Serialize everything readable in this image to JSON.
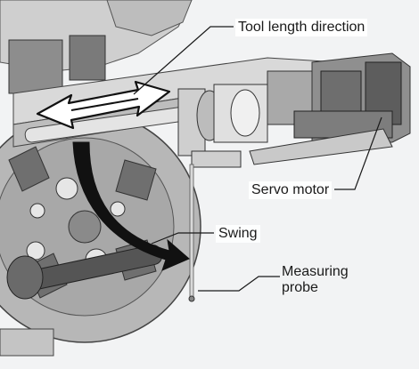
{
  "diagram": {
    "labels": {
      "tool_length_direction": "Tool length direction",
      "servo_motor": "Servo motor",
      "swing": "Swing",
      "measuring_probe_line1": "Measuring",
      "measuring_probe_line2": "probe"
    },
    "colors": {
      "background": "#f2f3f4",
      "machine_light": "#c8c8c8",
      "machine_mid": "#9a9a9a",
      "machine_dark": "#4a4a4a",
      "arrow_black": "#111111",
      "arrow_white": "#ffffff",
      "leader_line": "#1a1a1a"
    }
  }
}
